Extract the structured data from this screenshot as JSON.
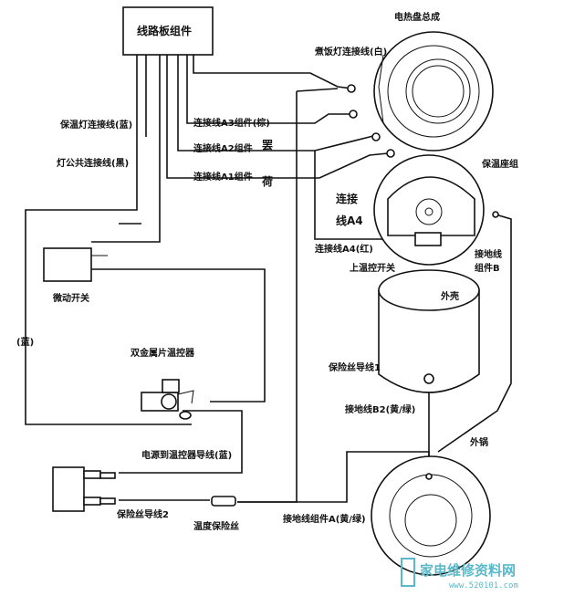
{
  "labels": {
    "circuit_board": "线路板组件",
    "heating_plate": "电热盘总成",
    "warm_light_wire": "煮饭灯连接线(白)",
    "wire_a3": "连接线A3组件(棕)",
    "wire_a2": "连接线A2组件",
    "wire_a1": "连接线A1组件",
    "keep_warm_wire": "保温灯连接线(蓝)",
    "lamp_common_wire": "灯公共连接线(黑)",
    "keep_warm_base": "保温座组",
    "connect_a4_line1": "连接",
    "connect_a4_line2": "线A4",
    "wire_a4_red": "连接线A4(红)",
    "top_temp_switch": "上温控开关",
    "ground_b_line1": "接地线",
    "ground_b_line2": "组件B",
    "micro_switch": "微动开关",
    "blue": "(蓝)",
    "shell": "外壳",
    "fuse_wire_1": "保险丝导线1",
    "bimetal": "双金属片温控器",
    "ground_b2": "接地线B2(黄/绿)",
    "outer_pot": "外锅",
    "power_thermo_wire": "电源到温控器导线(蓝)",
    "fuse_wire_2": "保险丝导线2",
    "thermal_fuse": "温度保险丝",
    "ground_a": "接地线组件A(黄/绿)",
    "stray_a": "罢",
    "stray_b": "荷"
  },
  "watermark": {
    "text": "家电维修资料网",
    "url": "www.520101.com"
  },
  "colors": {
    "ink": "#111111",
    "watermark": "#5bb8c9",
    "background": "#ffffff"
  }
}
